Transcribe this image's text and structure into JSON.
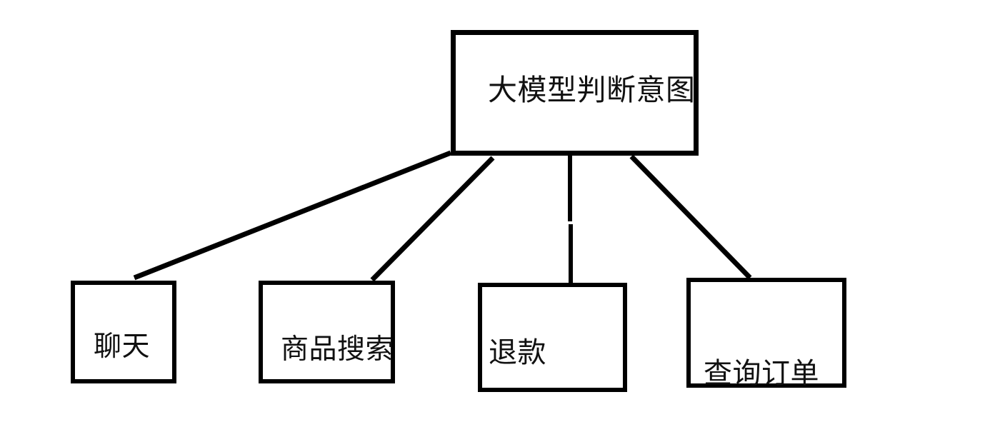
{
  "diagram": {
    "type": "flowchart-tree",
    "style": "hand-drawn whiteboard sketch",
    "background_color": "#ffffff",
    "stroke_color": "#000000",
    "text_color": "#111111",
    "root": {
      "label": "大模型判断意图",
      "name": "intent-classification-node"
    },
    "children": [
      {
        "label": "聊天",
        "name": "chat-node"
      },
      {
        "label": "商品搜索",
        "name": "product-search-node"
      },
      {
        "label": "退款",
        "name": "refund-node"
      },
      {
        "label": "查询订单",
        "name": "query-order-node"
      }
    ],
    "edges": [
      {
        "from": "大模型判断意图",
        "to": "聊天"
      },
      {
        "from": "大模型判断意图",
        "to": "商品搜索"
      },
      {
        "from": "大模型判断意图",
        "to": "退款"
      },
      {
        "from": "大模型判断意图",
        "to": "查询订单"
      }
    ]
  }
}
